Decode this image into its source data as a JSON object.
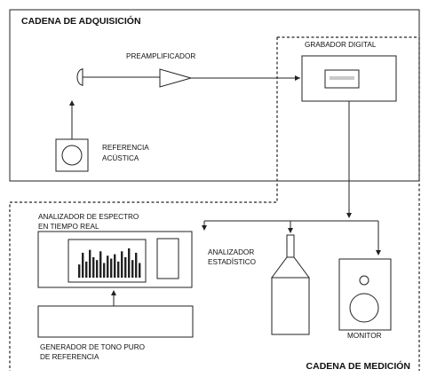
{
  "acquisition": {
    "title": "CADENA DE ADQUISICIÓN",
    "preamp_label": "PREAMPLIFICADOR",
    "recorder_label": "GRABADOR DIGITAL",
    "reference_line1": "REFERENCIA",
    "reference_line2": "ACÚSTICA"
  },
  "measurement": {
    "title": "CADENA DE MEDICIÓN",
    "analyzer_line1": "ANALIZADOR DE ESPECTRO",
    "analyzer_line2": "EN TIEMPO REAL",
    "stat_line1": "ANALIZADOR",
    "stat_line2": "ESTADÍSTICO",
    "monitor_label": "MONITOR",
    "generator_line1": "GENERADOR DE TONO PURO",
    "generator_line2": "DE REFERENCIA"
  },
  "spectrum_bars": [
    0.45,
    0.85,
    0.55,
    0.95,
    0.7,
    0.6,
    0.9,
    0.5,
    0.75,
    0.65,
    0.8,
    0.55,
    0.9,
    0.7,
    1.0,
    0.6,
    0.85,
    0.5
  ]
}
